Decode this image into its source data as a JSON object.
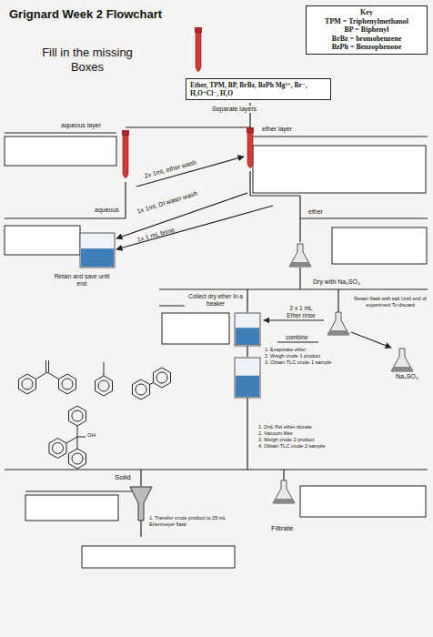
{
  "diagram": {
    "title": "Grignard Week 2 Flowchart",
    "nodes": [
      {
        "text": [
          "Key",
          "TPM = Triphenylmethanol",
          "BP = Biphenyl",
          "BrBz = bromobenzene",
          "BzPh = Benzophenone"
        ]
      },
      {
        "text": [
          "Ether, TPM, BP, BrBz, BzPh Mg²⁺, Br⁻, H₃O⁺Cl⁻, H₂O"
        ]
      }
    ],
    "labels": [
      "Fill in the missing Boxes",
      "Separate layers",
      "aqueous layer",
      "ether layer",
      "2x 1mL ether wash",
      "aqueous",
      "1x 1mL DI water wash",
      "1x 1 mL brine",
      "ether",
      "Retain and save until end",
      "Dry with Na₂SO₄",
      "Collect dry ether In a beaker",
      "2 x 1 mL Ether rinse",
      "Retain flask with salt Until end of experiment To discard",
      "combine",
      "1. Evaporate ether",
      "2. Weigh crude 1 product",
      "3. Obtain TLC crude 1 sample",
      "Na₂SO₄",
      "OH",
      "1. 2mL Pet ether titurate",
      "2. Vacuum filter",
      "3. Weigh crude 2 product",
      "4. Obtain TLC crude 2 sample",
      "Solid",
      "1. Transfer crude product to 25 mL Erlenmeyer flask",
      "Filtrate"
    ]
  }
}
